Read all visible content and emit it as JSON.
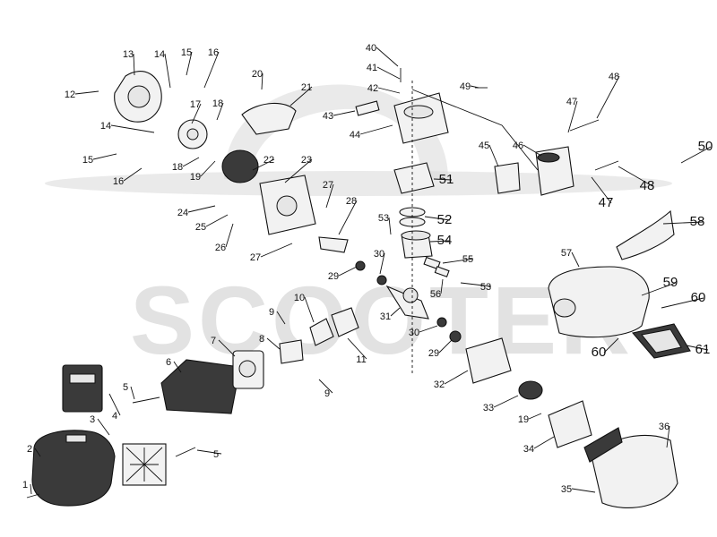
{
  "watermark": {
    "text": "SCOOTER"
  },
  "callouts": [
    {
      "id": "c1",
      "label": "1"
    },
    {
      "id": "c2",
      "label": "2"
    },
    {
      "id": "c3",
      "label": "3"
    },
    {
      "id": "c4",
      "label": "4"
    },
    {
      "id": "c5a",
      "label": "5"
    },
    {
      "id": "c5b",
      "label": "5"
    },
    {
      "id": "c6",
      "label": "6"
    },
    {
      "id": "c7",
      "label": "7"
    },
    {
      "id": "c8",
      "label": "8"
    },
    {
      "id": "c9a",
      "label": "9"
    },
    {
      "id": "c9b",
      "label": "9"
    },
    {
      "id": "c10",
      "label": "10"
    },
    {
      "id": "c11",
      "label": "11"
    },
    {
      "id": "c12",
      "label": "12"
    },
    {
      "id": "c13",
      "label": "13"
    },
    {
      "id": "c14a",
      "label": "14"
    },
    {
      "id": "c14b",
      "label": "14"
    },
    {
      "id": "c15a",
      "label": "15"
    },
    {
      "id": "c15b",
      "label": "15"
    },
    {
      "id": "c16a",
      "label": "16"
    },
    {
      "id": "c16b",
      "label": "16"
    },
    {
      "id": "c17",
      "label": "17"
    },
    {
      "id": "c18a",
      "label": "18"
    },
    {
      "id": "c18b",
      "label": "18"
    },
    {
      "id": "c19a",
      "label": "19"
    },
    {
      "id": "c19b",
      "label": "19"
    },
    {
      "id": "c20",
      "label": "20"
    },
    {
      "id": "c21",
      "label": "21"
    },
    {
      "id": "c22",
      "label": "22"
    },
    {
      "id": "c23",
      "label": "23"
    },
    {
      "id": "c24",
      "label": "24"
    },
    {
      "id": "c25",
      "label": "25"
    },
    {
      "id": "c26",
      "label": "26"
    },
    {
      "id": "c27a",
      "label": "27"
    },
    {
      "id": "c27b",
      "label": "27"
    },
    {
      "id": "c28",
      "label": "28"
    },
    {
      "id": "c29a",
      "label": "29"
    },
    {
      "id": "c29b",
      "label": "29"
    },
    {
      "id": "c30a",
      "label": "30"
    },
    {
      "id": "c30b",
      "label": "30"
    },
    {
      "id": "c31",
      "label": "31"
    },
    {
      "id": "c32",
      "label": "32"
    },
    {
      "id": "c33",
      "label": "33"
    },
    {
      "id": "c34",
      "label": "34"
    },
    {
      "id": "c35",
      "label": "35"
    },
    {
      "id": "c36",
      "label": "36"
    },
    {
      "id": "c40",
      "label": "40"
    },
    {
      "id": "c41",
      "label": "41"
    },
    {
      "id": "c42",
      "label": "42"
    },
    {
      "id": "c43",
      "label": "43"
    },
    {
      "id": "c44",
      "label": "44"
    },
    {
      "id": "c45",
      "label": "45"
    },
    {
      "id": "c46",
      "label": "46"
    },
    {
      "id": "c47a",
      "label": "47"
    },
    {
      "id": "c47b",
      "label": "47"
    },
    {
      "id": "c48a",
      "label": "48"
    },
    {
      "id": "c48b",
      "label": "48"
    },
    {
      "id": "c49",
      "label": "49"
    },
    {
      "id": "c50",
      "label": "50"
    },
    {
      "id": "c51",
      "label": "51"
    },
    {
      "id": "c52",
      "label": "52"
    },
    {
      "id": "c53a",
      "label": "53"
    },
    {
      "id": "c53b",
      "label": "53"
    },
    {
      "id": "c54",
      "label": "54"
    },
    {
      "id": "c55",
      "label": "55"
    },
    {
      "id": "c56",
      "label": "56"
    },
    {
      "id": "c57",
      "label": "57"
    },
    {
      "id": "c58",
      "label": "58"
    },
    {
      "id": "c59",
      "label": "59"
    },
    {
      "id": "c60a",
      "label": "60"
    },
    {
      "id": "c60b",
      "label": "60"
    },
    {
      "id": "c61",
      "label": "61"
    }
  ]
}
